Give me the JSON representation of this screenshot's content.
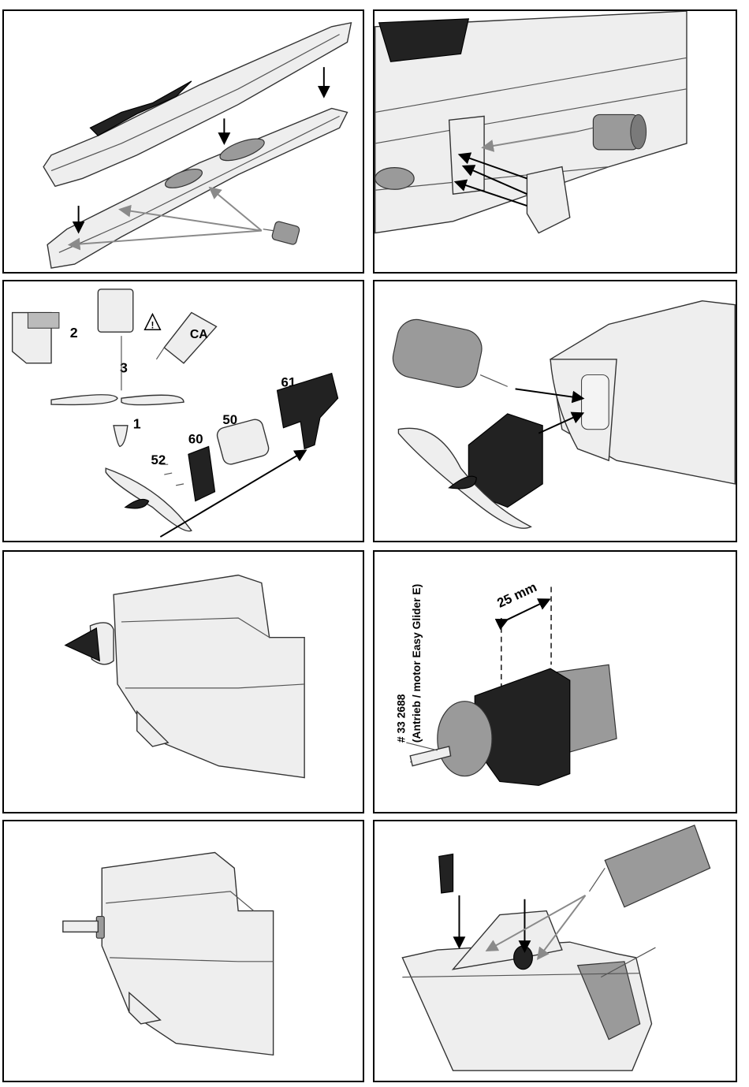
{
  "panels": {
    "p3": {
      "n1": "1",
      "n2": "2",
      "n3": "3",
      "ca": "CA",
      "p52": "52",
      "p60": "60",
      "p50": "50",
      "p61": "61"
    },
    "p6": {
      "dimension": "25 mm",
      "part_number": "# 33 2688",
      "part_desc": "(Antrieb / motor Easy Glider E)"
    }
  },
  "icons": [
    "warning-triangle-icon",
    "glue-bottle-icon",
    "propeller-icon",
    "spinner-icon",
    "motor-icon"
  ]
}
